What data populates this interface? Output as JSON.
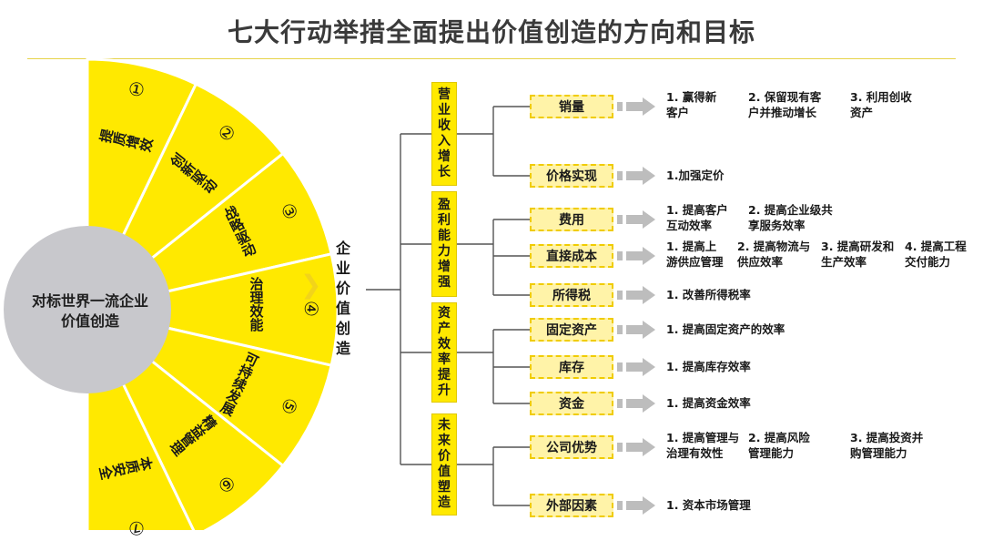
{
  "title": "七大行动举措全面提出价值创造的方向和目标",
  "hub": {
    "line1": "对标世界一流企业",
    "line2": "价值创造"
  },
  "sectors": [
    {
      "number": "①",
      "label": "提质增效"
    },
    {
      "number": "②",
      "label": "创新驱动"
    },
    {
      "number": "③",
      "label": "战略驱动"
    },
    {
      "number": "④",
      "label": "治理效能"
    },
    {
      "number": "⑤",
      "label": "可持续发展"
    },
    {
      "number": "⑥",
      "label": "精益管理"
    },
    {
      "number": "⑦",
      "label": "本质安全"
    }
  ],
  "center_label": "企业价值创造",
  "categories": [
    {
      "label": "营业收入增长",
      "items": [
        {
          "name": "销量",
          "desc": [
            [
              "1. 赢得新",
              "2. 保留现有客",
              "3. 利用创收"
            ],
            [
              "客户",
              "户并推动增长",
              "资产"
            ]
          ]
        },
        {
          "name": "价格实现",
          "desc": [
            [
              "1.加强定价"
            ]
          ]
        }
      ]
    },
    {
      "label": "盈利能力增强",
      "items": [
        {
          "name": "费用",
          "desc": [
            [
              "1. 提高客户",
              "2. 提高企业级共"
            ],
            [
              "互动效率",
              "享服务效率"
            ]
          ]
        },
        {
          "name": "直接成本",
          "desc": [
            [
              "1. 提高上",
              "2. 提高物流与",
              "3. 提高研发和",
              "4. 提高工程"
            ],
            [
              "游供应管理",
              "供应效率",
              "生产效率",
              "交付能力"
            ]
          ]
        },
        {
          "name": "所得税",
          "desc": [
            [
              "1. 改善所得税率"
            ]
          ]
        }
      ]
    },
    {
      "label": "资产效率提升",
      "items": [
        {
          "name": "固定资产",
          "desc": [
            [
              "1. 提高固定资产的效率"
            ]
          ]
        },
        {
          "name": "库存",
          "desc": [
            [
              "1. 提高库存效率"
            ]
          ]
        },
        {
          "name": "资金",
          "desc": [
            [
              "1. 提高资金效率"
            ]
          ]
        }
      ]
    },
    {
      "label": "未来价值塑造",
      "items": [
        {
          "name": "公司优势",
          "desc": [
            [
              "1. 提高管理与",
              "2. 提高风险",
              "3. 提高投资并"
            ],
            [
              "治理有效性",
              "管理能力",
              "购管理能力"
            ]
          ]
        },
        {
          "name": "外部因素",
          "desc": [
            [
              "1. 资本市场管理"
            ]
          ]
        }
      ]
    }
  ],
  "colors": {
    "accent": "#ffe900",
    "hub": "#c8c8cc",
    "connector": "#555555",
    "arrow": "#bdbdbd"
  }
}
